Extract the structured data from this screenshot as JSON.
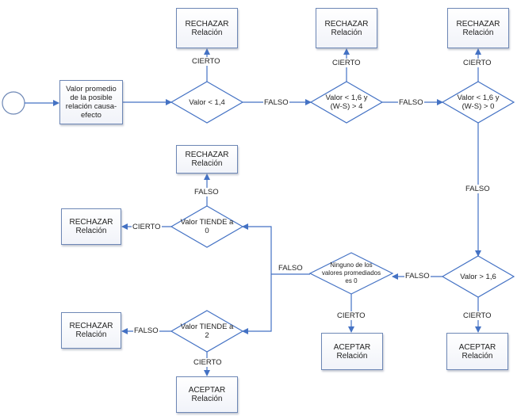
{
  "diagram": {
    "colors": {
      "stroke": "#4472c4",
      "box_border": "#6d87b5",
      "text": "#222222"
    },
    "start": {
      "shape": "circle"
    },
    "process": {
      "lines": [
        "Valor promedio",
        "de la posible",
        "relación causa-",
        "efecto"
      ]
    },
    "decisions": {
      "d1": {
        "lines": [
          "Valor < 1,4"
        ]
      },
      "d2": {
        "lines": [
          "Valor < 1,6 y",
          "(W-S) > 4"
        ]
      },
      "d3": {
        "lines": [
          "Valor < 1,6 y",
          "(W-S) > 0"
        ]
      },
      "d4": {
        "lines": [
          "Valor > 1,6"
        ]
      },
      "d5": {
        "lines": [
          "Ninguno de los",
          "valores promediados",
          "es 0"
        ]
      },
      "d6": {
        "lines": [
          "Valor TIENDE a",
          "0"
        ]
      },
      "d7": {
        "lines": [
          "Valor TIENDE a",
          "2"
        ]
      }
    },
    "outcomes": {
      "r1": {
        "lines": [
          "RECHAZAR",
          "Relación"
        ]
      },
      "r2": {
        "lines": [
          "RECHAZAR",
          "Relación"
        ]
      },
      "r3": {
        "lines": [
          "RECHAZAR",
          "Relación"
        ]
      },
      "r4": {
        "lines": [
          "RECHAZAR",
          "Relación"
        ]
      },
      "r5": {
        "lines": [
          "RECHAZAR",
          "Relación"
        ]
      },
      "r6": {
        "lines": [
          "RECHAZAR",
          "Relación"
        ]
      },
      "a1": {
        "lines": [
          "ACEPTAR",
          "Relación"
        ]
      },
      "a2": {
        "lines": [
          "ACEPTAR",
          "Relación"
        ]
      },
      "a3": {
        "lines": [
          "ACEPTAR",
          "Relación"
        ]
      }
    },
    "edge_labels": {
      "d1_true": "CIERTO",
      "d1_false": "FALSO",
      "d2_true": "CIERTO",
      "d2_false": "FALSO",
      "d3_true": "CIERTO",
      "d3_false": "FALSO",
      "d4_true": "CIERTO",
      "d4_false": "FALSO",
      "d5_true": "CIERTO",
      "d5_false": "FALSO",
      "d6_true": "CIERTO",
      "d6_false": "FALSO",
      "d7_true": "CIERTO",
      "d7_false": "FALSO"
    }
  }
}
